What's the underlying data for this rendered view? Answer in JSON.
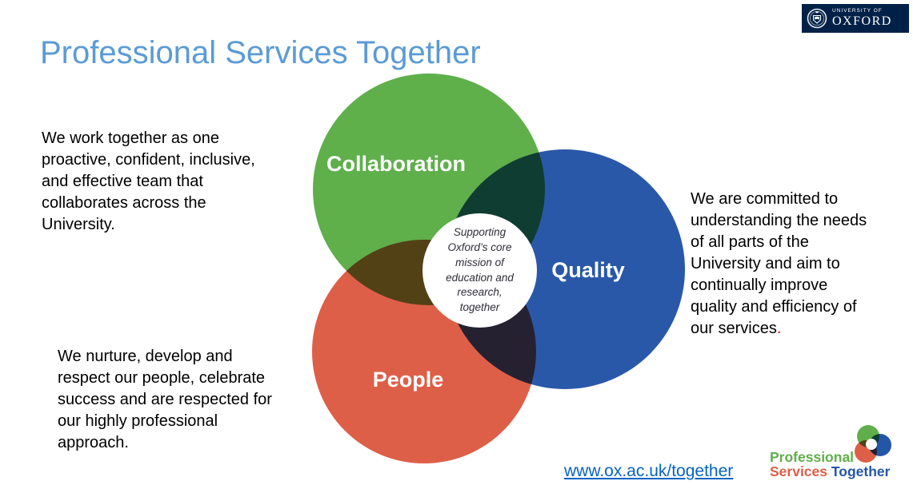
{
  "slide": {
    "title": "Professional Services Together"
  },
  "oxford_logo": {
    "line1": "UNIVERSITY OF",
    "line2": "OXFORD",
    "bg_color": "#002147"
  },
  "venn": {
    "circles": [
      {
        "id": "collaboration",
        "label": "Collaboration",
        "color": "#5FAF4B"
      },
      {
        "id": "quality",
        "label": "Quality",
        "color": "#2A58A9"
      },
      {
        "id": "people",
        "label": "People",
        "color": "#DE5F48"
      }
    ],
    "center": {
      "text": "Supporting\nOxford’s core\nmission of\neducation and\nresearch,\ntogether"
    }
  },
  "text_blocks": {
    "top_left": "We work together as one\nproactive, confident, inclusive,\nand effective team that\ncollaborates across the\nUniversity.",
    "bottom_left": "We nurture, develop and\nrespect our people, celebrate\nsuccess and are respected for\nour highly professional\napproach.",
    "right": "We are committed to\nunderstanding the needs\nof all parts of the\nUniversity and aim to\ncontinually improve\nquality and efficiency of\nour services",
    "right_period": "."
  },
  "footer": {
    "link": "www.ox.ac.uk/together",
    "pst_logo": {
      "word1": "Professional",
      "word2": "Services",
      "word3": "Together",
      "green": "#5FAF4B",
      "red": "#DE5F48",
      "blue": "#2456A8"
    }
  },
  "colors": {
    "title": "#5B9BD5",
    "hyperlink": "#0563C1",
    "red_period": "#CC0000"
  }
}
